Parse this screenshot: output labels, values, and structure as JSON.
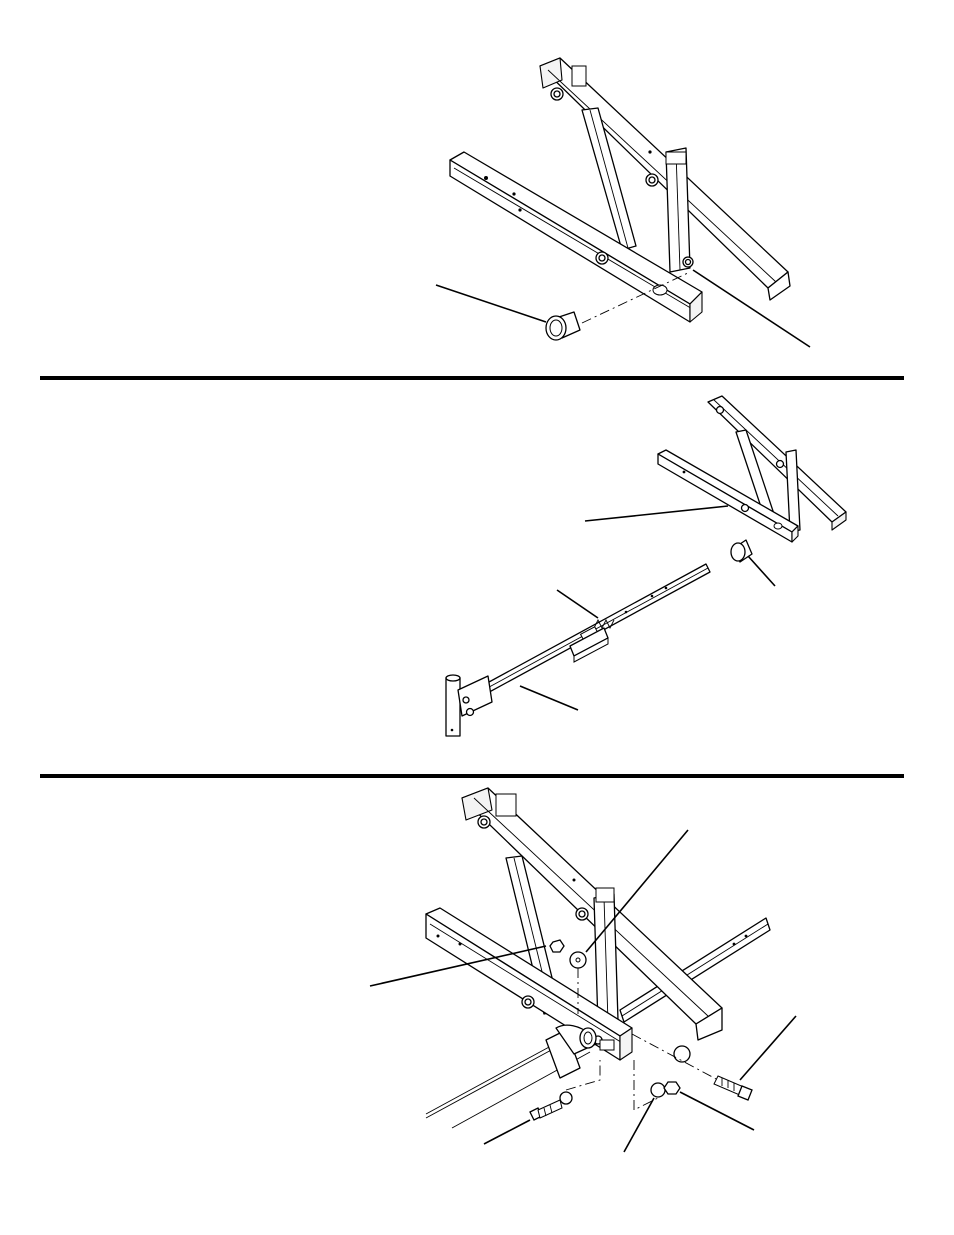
{
  "figures": [
    {
      "id": "step-1",
      "callouts": [
        "end-cap",
        "frame-tube"
      ]
    },
    {
      "id": "step-2",
      "callouts": [
        "frame-tube",
        "plug",
        "spring",
        "handle-assembly"
      ]
    },
    {
      "id": "step-3",
      "callouts": [
        "upper-washer",
        "nut",
        "bolt",
        "lower-bolt",
        "washer",
        "lower-nut"
      ]
    }
  ]
}
